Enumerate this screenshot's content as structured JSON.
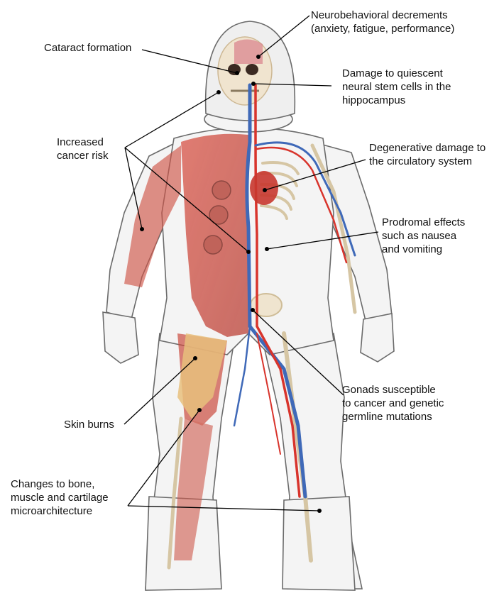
{
  "labels": {
    "cataract": "Cataract formation",
    "neuro": "Neurobehavioral decrements\n(anxiety, fatigue, performance)",
    "stem_cells": "Damage to quiescent\nneural stem cells in the\nhippocampus",
    "cancer": "Increased\ncancer risk",
    "circulatory": "Degenerative damage to\nthe circulatory system",
    "prodromal": "Prodromal effects\nsuch as nausea\nand vomiting",
    "gonads": "Gonads susceptible\nto cancer and genetic\ngermline mutations",
    "skin": "Skin burns",
    "bone": "Changes to bone,\nmuscle and cartilage\nmicroarchitecture"
  },
  "colors": {
    "suit_outline": "#6b6b6b",
    "suit_fill": "#f4f4f4",
    "muscle": "#c9473a",
    "skin_burn": "#e8c07d",
    "bone": "#e9dcc2",
    "artery": "#d8342c",
    "vein": "#3f69b8",
    "leader_line": "#000000"
  }
}
